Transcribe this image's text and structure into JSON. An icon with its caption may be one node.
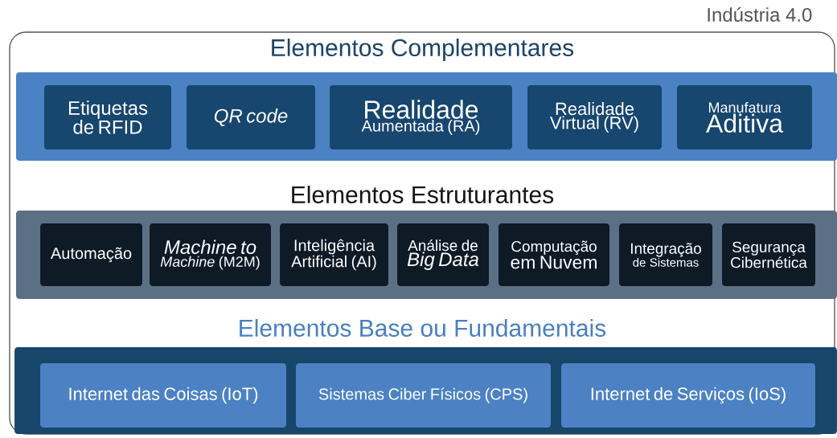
{
  "diagram": {
    "nodes": [
      {
        "text": [
          "Indústria 4.0"
        ]
      },
      {
        "text": [
          "Elementos Complementares"
        ],
        "in": 0
      },
      {
        "text": [
          "Etiquetas de RFID"
        ],
        "in": 1
      },
      {
        "text": [
          "QR code"
        ],
        "in": 1
      },
      {
        "text": [
          "Realidade",
          "Aumentada (RA)"
        ],
        "in": 1
      },
      {
        "text": [
          "Realidade Virtual (RV)"
        ],
        "in": 1
      },
      {
        "text": [
          "Manufatura",
          "Aditiva"
        ],
        "in": 1
      },
      {
        "text": [
          "Elementos Estruturantes"
        ],
        "in": 0
      },
      {
        "text": [
          "Automação"
        ],
        "in": 7
      },
      {
        "text": [
          "Machine to",
          "*Machine* (M2M)"
        ],
        "in": 7
      },
      {
        "text": [
          "Inteligência Artificial (AI)"
        ],
        "in": 7
      },
      {
        "text": [
          "Análise de",
          "Big Data"
        ],
        "in": 7
      },
      {
        "text": [
          "Computação",
          "em Nuvem"
        ],
        "in": 7
      },
      {
        "text": [
          "Integração",
          "de Sistemas"
        ],
        "in": 7
      },
      {
        "text": [
          "Segurança Cibernética"
        ],
        "in": 7
      },
      {
        "text": [
          "Elementos Base ou Fundamentais"
        ],
        "in": 0
      },
      {
        "text": [
          "Internet das Coisas (IoT)"
        ],
        "in": 15
      },
      {
        "text": [
          "Sistemas Ciber Físicos (CPS)"
        ],
        "in": 15
      },
      {
        "text": [
          "Internet de Serviços (IoS)"
        ],
        "in": 15
      }
    ]
  }
}
